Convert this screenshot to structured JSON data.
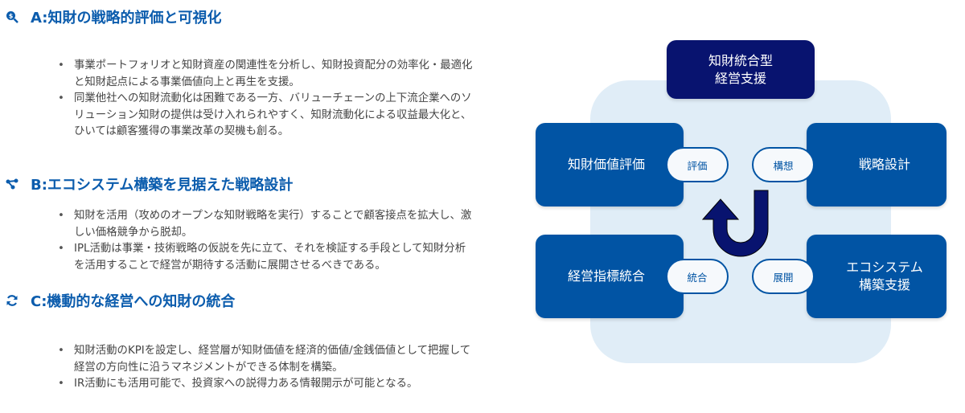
{
  "sections": [
    {
      "title": "A:知財の戦略的評価と可視化",
      "icon": "search-dollar-icon",
      "bullets": [
        "事業ポートフォリオと知財資産の関連性を分析し、知財投資配分の効率化・最適化と知財起点による事業価値向上と再生を支援。",
        "同業他社への知財流動化は困難である一方、バリューチェーンの上下流企業へのソリューション知財の提供は受け入れられやすく、知財流動化による収益最大化と、ひいては顧客獲得の事業改革の契機も創る。"
      ]
    },
    {
      "title": "B:エコシステム構築を見据えた戦略設計",
      "icon": "network-icon",
      "bullets": [
        "知財を活用（攻めのオープンな知財戦略を実行）することで顧客接点を拡大し、激しい価格競争から脱却。",
        "IPL活動は事業・技術戦略の仮説を先に立て、それを検証する手段として知財分析を活用することで経営が期待する活動に展開させるべきである。"
      ]
    },
    {
      "title": "C:機動的な経営への知財の統合",
      "icon": "refresh-icon",
      "bullets": [
        "知財活動のKPIを設定し、経営層が知財価値を経済的価値/金銭価値として把握して経営の方向性に沿うマネジメントができる体制を構築。",
        "IR活動にも活用可能で、投資家への説得力ある情報開示が可能となる。"
      ]
    }
  ],
  "diagram": {
    "center": "知財統合型\n経営支援",
    "boxes": {
      "top_left": "知財価値評価",
      "top_right": "戦略設計",
      "bottom_left": "経営指標統合",
      "bottom_right": "エコシステム\n構築支援"
    },
    "pills": {
      "top_left": "評価",
      "top_right": "構想",
      "bottom_left": "統合",
      "bottom_right": "展開"
    },
    "colors": {
      "box": "#0154a4",
      "center": "#08136f",
      "background": "#e0edf7",
      "arrow": "#08136f"
    }
  }
}
